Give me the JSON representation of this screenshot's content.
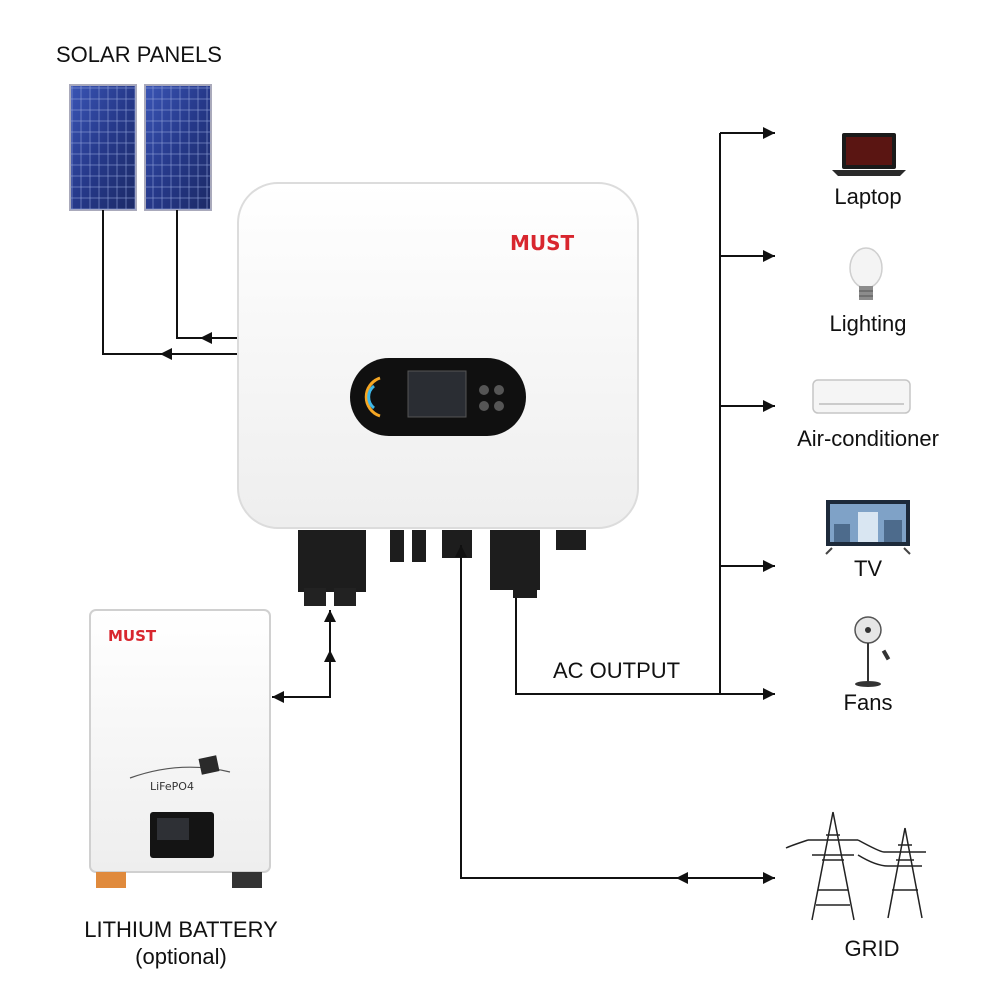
{
  "labels": {
    "solar_panels": "SOLAR PANELS",
    "ac_output": "AC OUTPUT",
    "battery_line1": "LITHIUM BATTERY",
    "battery_line2": "(optional)",
    "grid": "GRID"
  },
  "devices": [
    {
      "label": "Laptop",
      "icon": "laptop-icon"
    },
    {
      "label": "Lighting",
      "icon": "light-bulb-icon"
    },
    {
      "label": "Air-conditioner",
      "icon": "air-conditioner-icon"
    },
    {
      "label": "TV",
      "icon": "tv-icon"
    },
    {
      "label": "Fans",
      "icon": "fan-icon"
    }
  ],
  "brand": {
    "inverter_logo": "MUST",
    "battery_logo": "MUST",
    "battery_model": "LiFePO4"
  },
  "colors": {
    "brand_red": "#d8262e",
    "line": "#111111",
    "panel_blue": "#2b3f8f"
  }
}
